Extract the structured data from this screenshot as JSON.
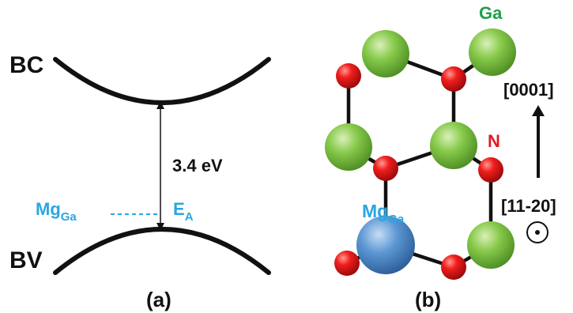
{
  "panel_a": {
    "conduction_band_label": "BC",
    "valence_band_label": "BV",
    "gap_value": "3.4 eV",
    "dopant_main": "Mg",
    "dopant_sub": "Ga",
    "acceptor_main": "E",
    "acceptor_sub": "A",
    "caption": "(a)"
  },
  "panel_b": {
    "ga_label": "Ga",
    "n_label": "N",
    "dopant_main": "Mg",
    "dopant_sub": "Ga",
    "direction_up": "[0001]",
    "direction_out": "[11-20]",
    "caption": "(b)"
  },
  "colors": {
    "band_line": "#111111",
    "accent_blue": "#2aa6e0",
    "ga_green": "#7fc641",
    "n_red": "#e8101a",
    "mg_blue": "#5a97d6",
    "n_label_red": "#e01b22",
    "ga_label_green": "#1ea04a"
  }
}
